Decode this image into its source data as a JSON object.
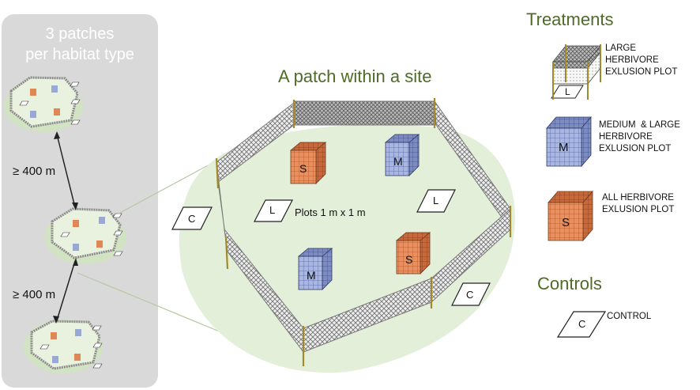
{
  "left_panel": {
    "title_line1": "3 patches",
    "title_line2": "per habitat type",
    "distance_top": "≥ 400 m",
    "distance_bottom": "≥ 400 m"
  },
  "center": {
    "title": "A patch within a site",
    "plots_label": "Plots 1 m x 1 m",
    "plot_letters": {
      "small": "S",
      "medium": "M",
      "large": "L",
      "control": "C"
    }
  },
  "legend": {
    "treatments_title": "Treatments",
    "controls_title": "Controls",
    "items": [
      {
        "letter": "L",
        "line1": "LARGE",
        "line2": "HERBIVORE",
        "line3": "EXLUSION PLOT"
      },
      {
        "letter": "M",
        "line1": "MEDIUM  & LARGE",
        "line2": "HERBIVORE",
        "line3": "EXLUSION PLOT"
      },
      {
        "letter": "S",
        "line1": "ALL HERBIVORE",
        "line2": "EXLUSION PLOT"
      }
    ],
    "control_letter": "C",
    "control_label": "CONTROL"
  },
  "colors": {
    "title_green": "#4f6b28",
    "side_panel": "#d9d9d9",
    "ground": "#e3efd9",
    "small_cage": "#e08855",
    "medium_cage": "#9aa9d4",
    "fence": "#8c8c8c",
    "post": "#a08a2c"
  }
}
